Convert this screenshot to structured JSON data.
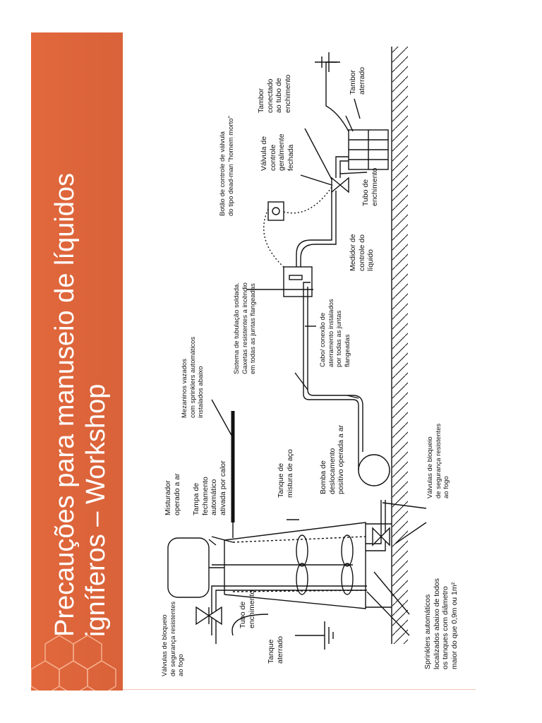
{
  "slide": {
    "title_line1": "Precauções para manuseio de líquidos",
    "title_line2": "igníferos – Workshop"
  },
  "colors": {
    "banner": "#e2683c",
    "banner_dark": "#c85a30",
    "hex_outline": "#f3a27c",
    "line": "#111111"
  },
  "labels": {
    "valvulas_bloqueio_esq": [
      "Válvulas de bloqueio",
      "de segurança resistentes",
      "ao fogo"
    ],
    "tanque_aterrado": [
      "Tanque",
      "aterrado"
    ],
    "tubo_enchimento_esq": [
      "Tubo de",
      "enchimento"
    ],
    "misturador": [
      "Misturador",
      "operado a ar"
    ],
    "tampa": [
      "Tampa de",
      "fechamento",
      "automático",
      "ativada por calor"
    ],
    "tanque_mistura": [
      "Tanque de",
      "mistura de aço"
    ],
    "mezaninos": [
      "Mezaninos vazados",
      "com sprinklers automáticos",
      "instalados abaixo"
    ],
    "bomba": [
      "Bomba de",
      "deslocamento",
      "positivo operada a ar"
    ],
    "valvulas_bloqueio_dir": [
      "Válvulas de bloqueio",
      "de segurança resistentes",
      "ao fogo"
    ],
    "sprinklers": [
      "Sprinklers automáticos",
      "localizados abaixo de todos",
      "os tanques com diâmetro",
      "maior do que 0,9m ou 1m²"
    ],
    "sistema_tubulacao": [
      "Sistema de tubulação soldada.",
      "Gaxetas resistentes a incêndio",
      "em todas as juntas flangeadas"
    ],
    "cabo": [
      "Cabo/ conexão de",
      "aterramento instalados",
      "por todas as juntas",
      "flangeadas"
    ],
    "medidor": [
      "Medidor de",
      "controle do",
      "líquido"
    ],
    "botao": [
      "Botão de controle de válvula",
      "do tipo dead-man \"homem morto\""
    ],
    "valvula_controle": [
      "Válvula de",
      "controle",
      "geralmente",
      "fechada"
    ],
    "tubo_enchimento_dir": [
      "Tubo de",
      "enchimento"
    ],
    "tambor_conectado": [
      "Tambor",
      "conectado",
      "ao tubo de",
      "enchimento"
    ],
    "tambor_aterrado": [
      "Tambor",
      "aterrado"
    ]
  }
}
